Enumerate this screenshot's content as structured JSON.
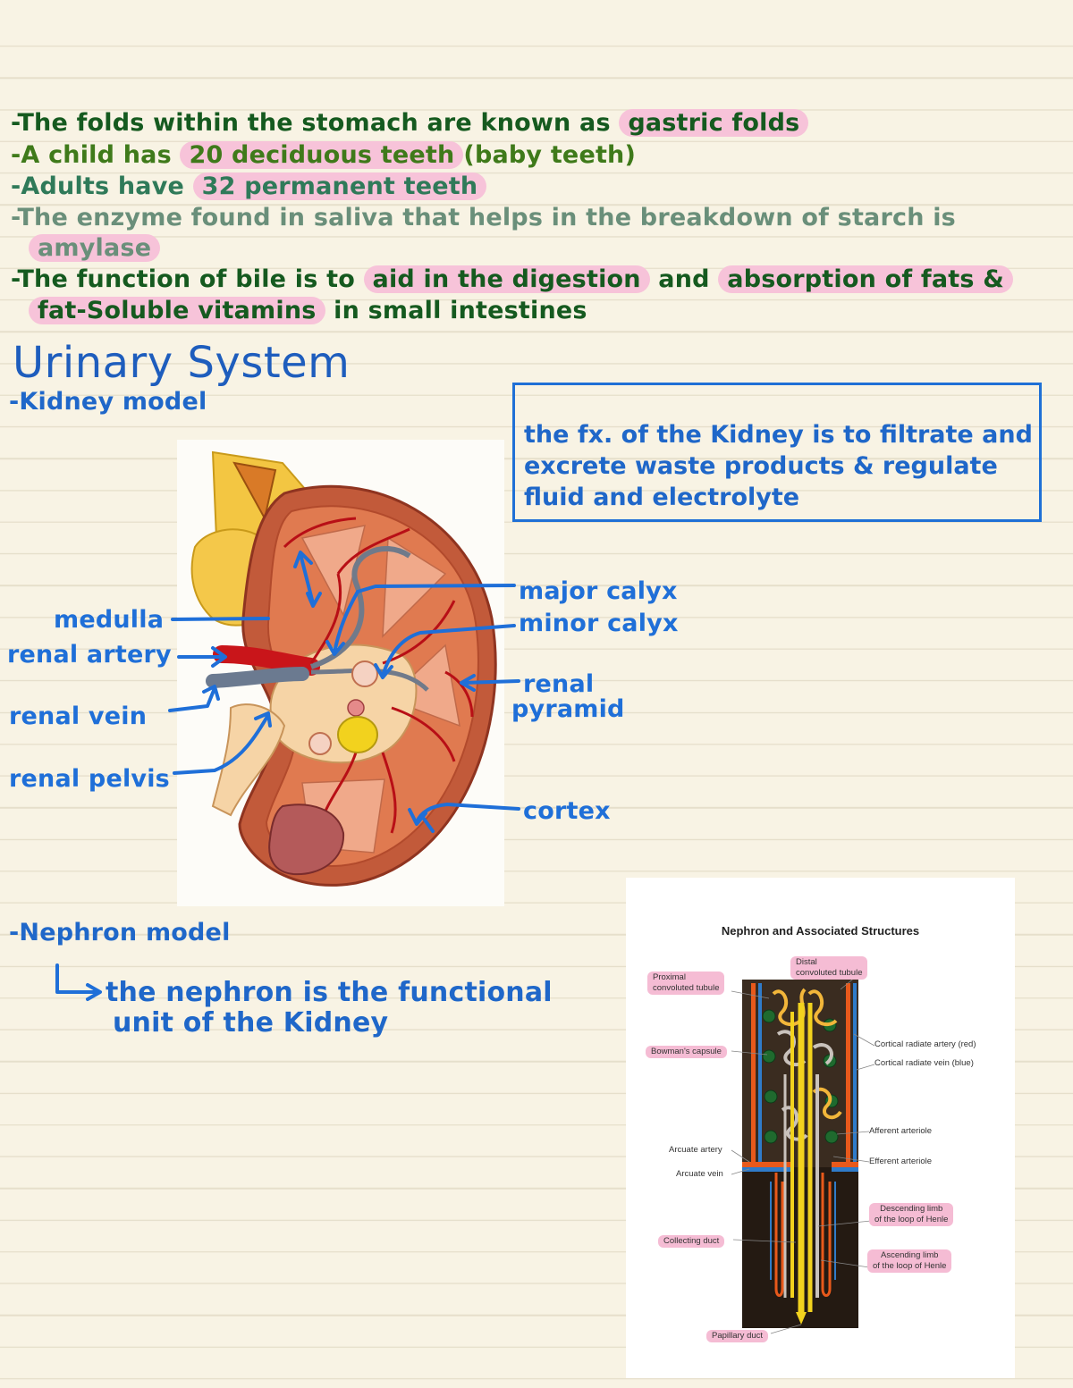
{
  "notes": {
    "line1": {
      "text": "-The folds within the stomach are known as ",
      "hl": "gastric folds"
    },
    "line2": {
      "text": "-A child has ",
      "hl": "20 deciduous teeth",
      "tail": "(baby teeth)"
    },
    "line3": {
      "text": "-Adults have ",
      "hl": "32 permanent teeth"
    },
    "line4": {
      "text": "-The enzyme found in saliva that helps in the breakdown of starch is",
      "hl": "amylase"
    },
    "line5": {
      "text": "-The function of bile is to ",
      "hl1": "aid in the digestion",
      "mid": " and ",
      "hl2": "absorption of fats &",
      "hl3": "fat-Soluble vitamins",
      "tail": " in small intestines"
    }
  },
  "section": {
    "title": "Urinary System",
    "kidney_heading": "-Kidney model",
    "kidney_function": [
      "the fx. of the Kidney is to filtrate and",
      "excrete waste products & regulate",
      "fluid and electrolyte"
    ],
    "labels": {
      "medulla": "medulla",
      "renal_artery": "renal artery",
      "renal_vein": "renal vein",
      "renal_pelvis": "renal pelvis",
      "major_calyx": "major calyx",
      "minor_calyx": "minor calyx",
      "renal_pyramid_1": "renal",
      "renal_pyramid_2": "pyramid",
      "cortex": "cortex"
    },
    "nephron_heading": "-Nephron model",
    "nephron_note": [
      "the nephron is the functional",
      "unit of the Kidney"
    ]
  },
  "nephron_figure": {
    "title": "Nephron and Associated Structures",
    "labels": {
      "distal": [
        "Distal",
        "convoluted tubule"
      ],
      "proximal": [
        "Proximal",
        "convoluted tubule"
      ],
      "bowman": "Bowman's capsule",
      "cortical_artery": "Cortical radiate artery (red)",
      "cortical_vein": "Cortical radiate vein (blue)",
      "afferent": "Afferent arteriole",
      "efferent": "Efferent arteriole",
      "arcuate_artery": "Arcuate artery",
      "arcuate_vein": "Arcuate vein",
      "descending": [
        "Descending limb",
        "of the loop of Henle"
      ],
      "ascending": [
        "Ascending limb",
        "of the loop of Henle"
      ],
      "collecting": "Collecting duct",
      "papillary": "Papillary duct"
    }
  }
}
